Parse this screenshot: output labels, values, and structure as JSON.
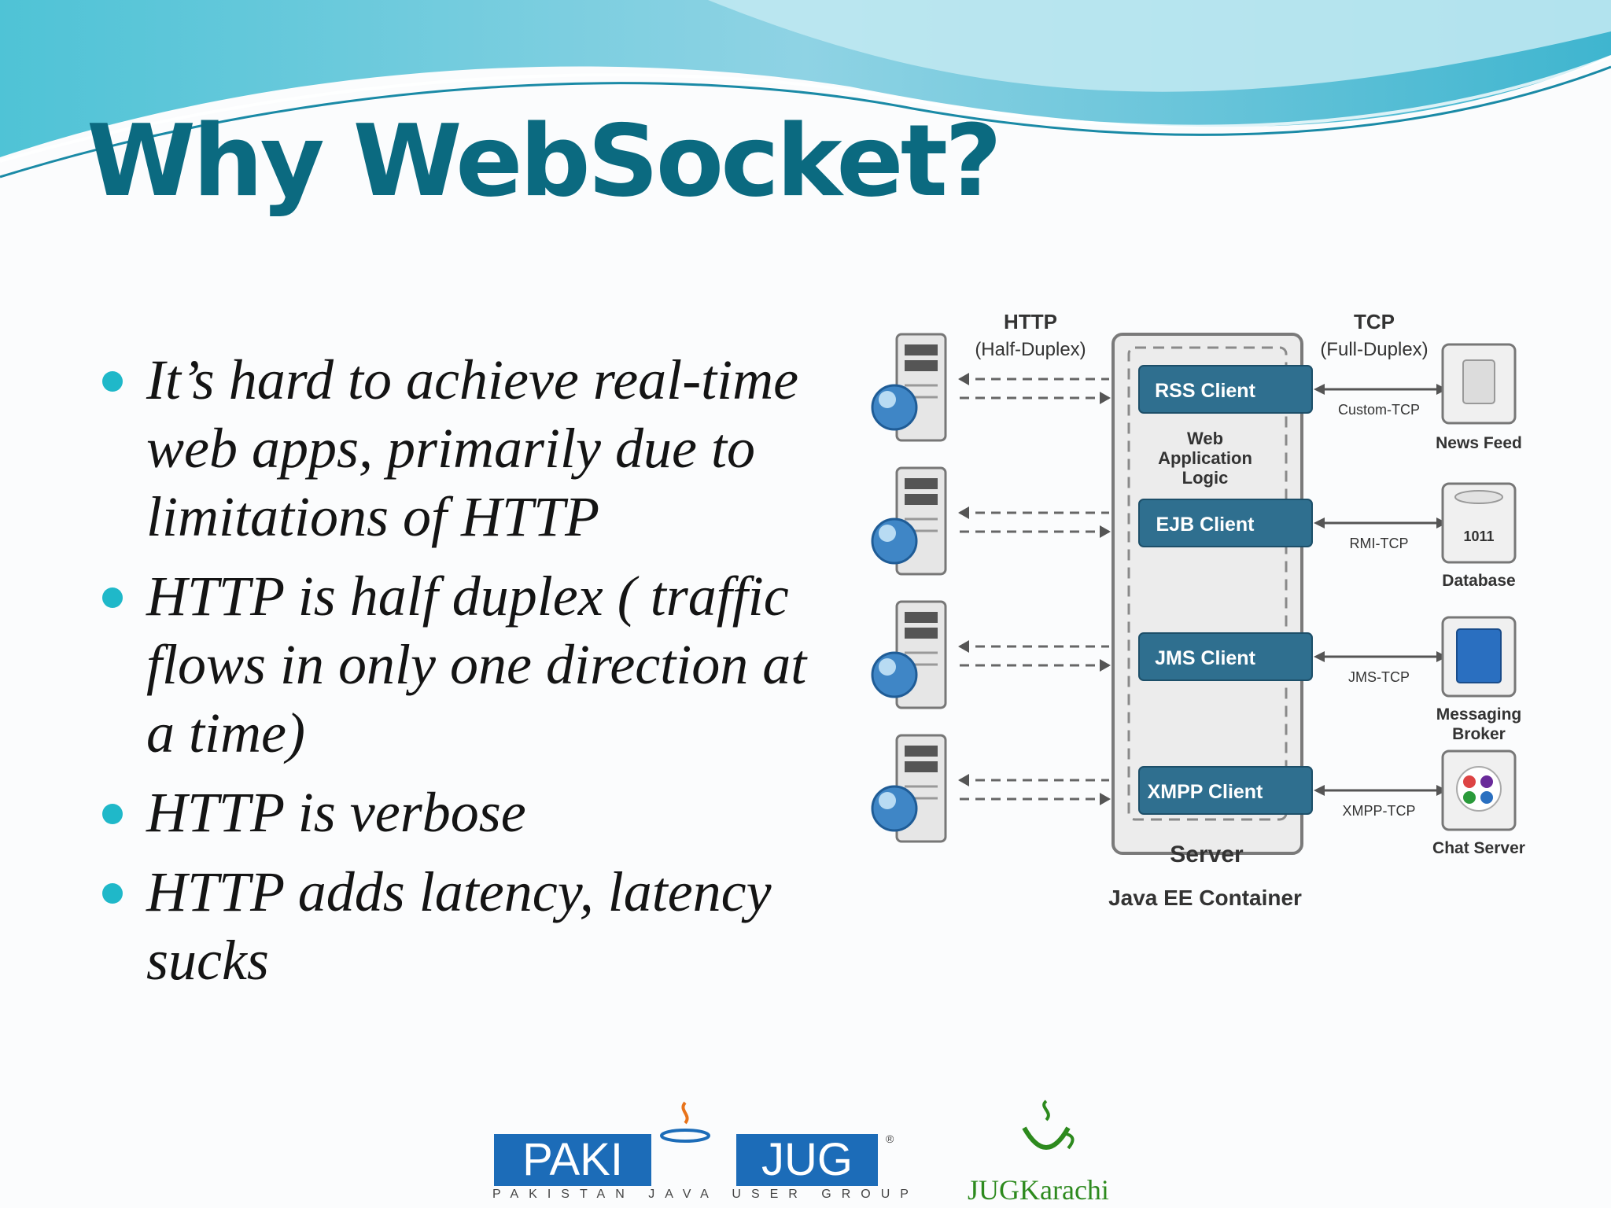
{
  "slide": {
    "title": "Why WebSocket?",
    "bullets": [
      "It’s hard to achieve real-time web apps, primarily due to limitations of HTTP",
      "HTTP is half duplex ( traffic flows in only one direction at a time)",
      "HTTP is verbose",
      "HTTP adds latency, latency sucks"
    ]
  },
  "diagram": {
    "http_label": "HTTP",
    "http_sub": "(Half-Duplex)",
    "tcp_label": "TCP",
    "tcp_sub": "(Full-Duplex)",
    "clients": [
      "RSS Client",
      "EJB Client",
      "JMS Client",
      "XMPP Client"
    ],
    "protocols": [
      "Custom-TCP",
      "RMI-TCP",
      "JMS-TCP",
      "XMPP-TCP"
    ],
    "services": [
      [
        "News Feed"
      ],
      [
        "Database"
      ],
      [
        "Messaging",
        "Broker"
      ],
      [
        "Chat Server"
      ]
    ],
    "logic_lines": [
      "Web",
      "Application",
      "Logic"
    ],
    "server_label": "Server",
    "container_label": "Java EE Container",
    "database_icon_text": "1011",
    "colors": {
      "client_box": "#2f6f8f",
      "title": "#0b6a80",
      "bullet": "#1fb8c9",
      "server_text": "#4a88a8"
    }
  },
  "logos": {
    "pakijug_left": "PAKI",
    "pakijug_right": "JUG",
    "pakijug_sub": "PAKISTAN JAVA USER GROUP",
    "reg_mark": "®",
    "jugkarachi": "JUGKarachi"
  }
}
